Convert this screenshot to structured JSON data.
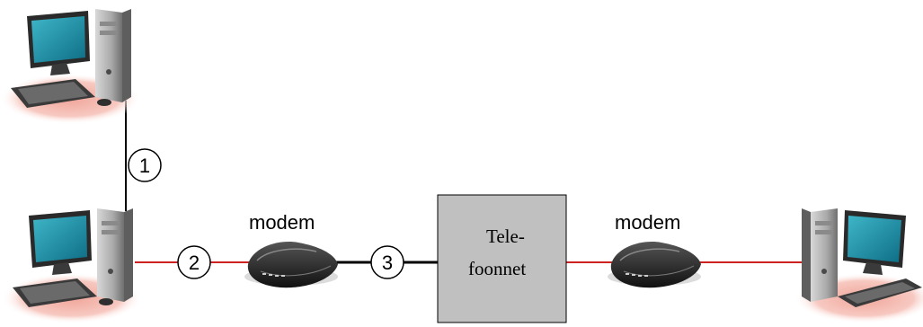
{
  "labels": {
    "modem_left": "modem",
    "modem_right": "modem",
    "network_line1": "Tele-",
    "network_line2": "foonnet"
  },
  "links": [
    {
      "id": "1",
      "color": "#000000"
    },
    {
      "id": "2",
      "color": "#cc2222"
    },
    {
      "id": "3",
      "color": "#000000"
    }
  ],
  "colors": {
    "network_fill": "#c0c0c0",
    "red_cable": "#cc2222",
    "black_cable": "#000000",
    "shadow": "#f3b8b0"
  },
  "icons": {
    "computer": "desktop-computer-icon",
    "modem": "modem-icon"
  }
}
